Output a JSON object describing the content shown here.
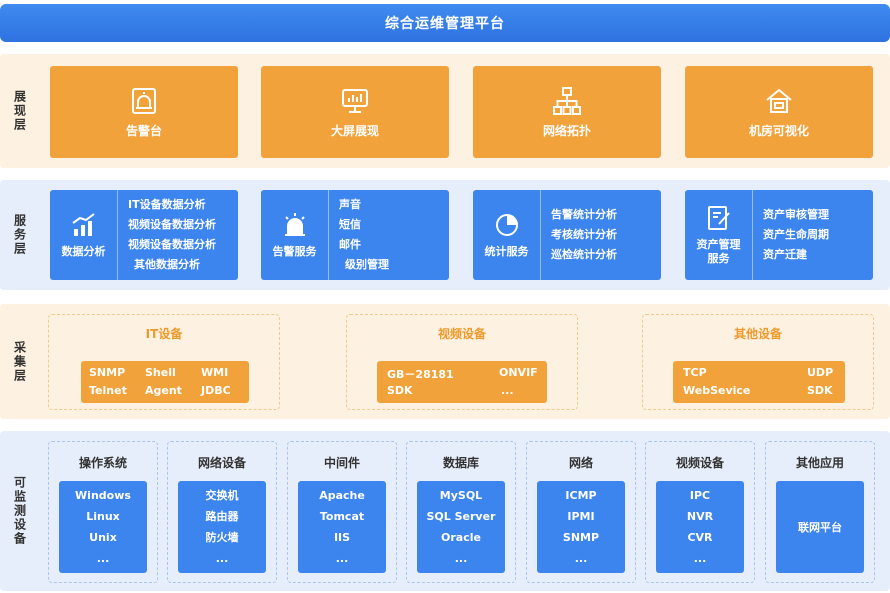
{
  "title": "综合运维管理平台",
  "layers": {
    "presentation": {
      "label": "展现层",
      "cards": [
        {
          "label": "告警台",
          "icon": "alarm-console-icon"
        },
        {
          "label": "大屏展现",
          "icon": "monitor-screen-icon"
        },
        {
          "label": "网络拓扑",
          "icon": "network-topology-icon"
        },
        {
          "label": "机房可视化",
          "icon": "house-icon"
        }
      ]
    },
    "service": {
      "label": "服务层",
      "cards": [
        {
          "label": "数据分析",
          "icon": "bar-chart-icon",
          "items": [
            "IT设备数据分析",
            "视频设备数据分析",
            "视频设备数据分析",
            "其他数据分析"
          ]
        },
        {
          "label": "告警服务",
          "icon": "alarm-light-icon",
          "items": [
            "声音",
            "短信",
            "邮件",
            "级别管理"
          ]
        },
        {
          "label": "统计服务",
          "icon": "pie-chart-icon",
          "items": [
            "告警统计分析",
            "考核统计分析",
            "巡检统计分析"
          ]
        },
        {
          "label": "资产管理服务",
          "label_lines": [
            "资产管理",
            "服务"
          ],
          "icon": "document-edit-icon",
          "items": [
            "资产审核管理",
            "资产生命周期",
            "资产迁建"
          ]
        }
      ]
    },
    "collection": {
      "label": "采集层",
      "groups": [
        {
          "title": "IT设备",
          "items": [
            "SNMP",
            "Shell",
            "WMI",
            "Telnet",
            "Agent",
            "JDBC"
          ]
        },
        {
          "title": "视频设备",
          "items": [
            "GB－28181",
            "ONVIF",
            "SDK",
            "..."
          ]
        },
        {
          "title": "其他设备",
          "items": [
            "TCP",
            "UDP",
            "WebSevice",
            "SDK"
          ]
        }
      ]
    },
    "devices": {
      "label": "可监测设备",
      "groups": [
        {
          "title": "操作系统",
          "items": [
            "Windows",
            "Linux",
            "Unix",
            "..."
          ]
        },
        {
          "title": "网络设备",
          "items": [
            "交换机",
            "路由器",
            "防火墙",
            "..."
          ]
        },
        {
          "title": "中间件",
          "items": [
            "Apache",
            "Tomcat",
            "IIS",
            "..."
          ]
        },
        {
          "title": "数据库",
          "items": [
            "MySQL",
            "SQL Server",
            "Oracle",
            "..."
          ]
        },
        {
          "title": "网络",
          "items": [
            "ICMP",
            "IPMI",
            "SNMP",
            "..."
          ]
        },
        {
          "title": "视频设备",
          "items": [
            "IPC",
            "NVR",
            "CVR",
            "..."
          ]
        },
        {
          "title": "其他应用",
          "items": [
            "联网平台"
          ]
        }
      ]
    }
  },
  "colors": {
    "orange": "#f2a23a",
    "blue": "#3c84ee",
    "title_blue": "#2f72e0",
    "orange_bg": "#fdf1e1",
    "blue_bg": "#e7eefb"
  }
}
